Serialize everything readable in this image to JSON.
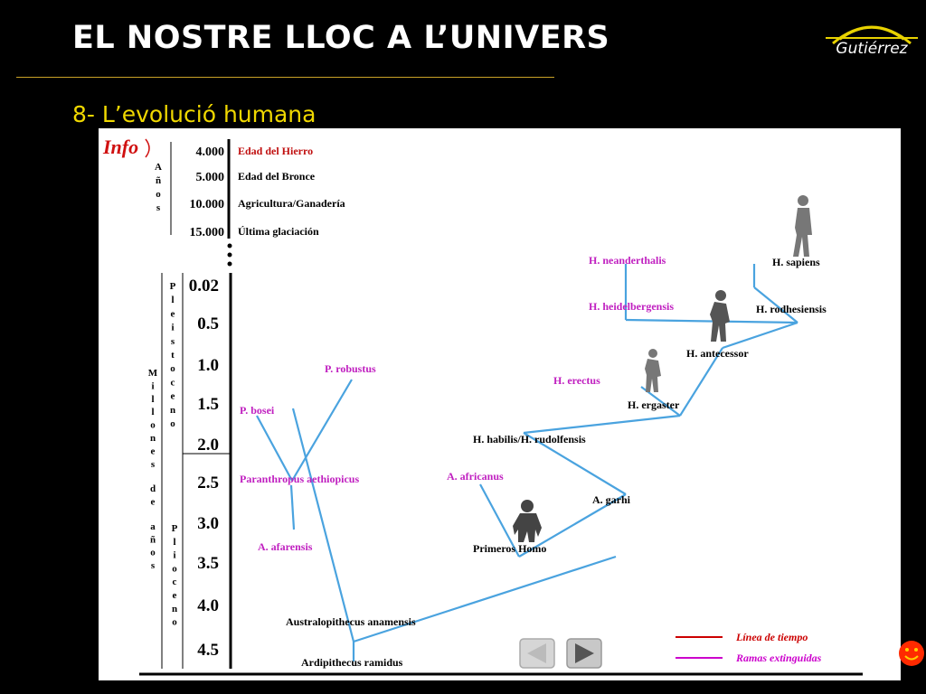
{
  "slide": {
    "title": "EL NOSTRE LLOC A L’UNIVERS",
    "subtitle": "8- L’evolució humana",
    "logo_text": "Gutiérrez"
  },
  "diagram": {
    "info_label": "Info",
    "years_axis_label": "Años",
    "millions_axis_label": "Millones de años",
    "pleistocene_label": "Pleistoceno",
    "pliocene_label": "Plioceno",
    "recent_timeline": [
      {
        "value": "4.000",
        "event": "Edad del Hierro",
        "extinct": true
      },
      {
        "value": "5.000",
        "event": "Edad del Bronce",
        "extinct": false
      },
      {
        "value": "10.000",
        "event": "Agricultura/Ganadería",
        "extinct": false
      },
      {
        "value": "15.000",
        "event": "Última glaciación",
        "extinct": false
      }
    ],
    "myr_ticks": [
      "0.02",
      "0.5",
      "1.0",
      "1.5",
      "2.0",
      "2.5",
      "3.0",
      "3.5",
      "4.0",
      "4.5"
    ],
    "species": [
      {
        "id": "neanderthalis",
        "name": "H. neanderthalis",
        "extinct_branch": true
      },
      {
        "id": "sapiens",
        "name": "H. sapiens",
        "extinct_branch": false
      },
      {
        "id": "heidelbergensis",
        "name": "H. heidelbergensis",
        "extinct_branch": true
      },
      {
        "id": "rodhesiensis",
        "name": "H. rodhesiensis",
        "extinct_branch": false
      },
      {
        "id": "antecessor",
        "name": "H. antecessor",
        "extinct_branch": false
      },
      {
        "id": "erectus",
        "name": "H. erectus",
        "extinct_branch": true
      },
      {
        "id": "ergaster",
        "name": "H. ergaster",
        "extinct_branch": false
      },
      {
        "id": "robustus",
        "name": "P. robustus",
        "extinct_branch": true
      },
      {
        "id": "bosei",
        "name": "P. bosei",
        "extinct_branch": true
      },
      {
        "id": "habilis",
        "name": "H. habilis/H. rudolfensis",
        "extinct_branch": false
      },
      {
        "id": "aethiopicus",
        "name": "Paranthropus aethiopicus",
        "extinct_branch": true
      },
      {
        "id": "africanus",
        "name": "A. africanus",
        "extinct_branch": true
      },
      {
        "id": "garhi",
        "name": "A. garhi",
        "extinct_branch": false
      },
      {
        "id": "afarensis",
        "name": "A. afarensis",
        "extinct_branch": true
      },
      {
        "id": "primeros",
        "name": "Primeros Homo",
        "extinct_branch": false
      },
      {
        "id": "anamensis",
        "name": "Australopithecus anamensis",
        "extinct_branch": false
      },
      {
        "id": "ramidus",
        "name": "Ardipithecus ramidus",
        "extinct_branch": false
      }
    ],
    "legend": [
      {
        "label": "Línea de tiempo",
        "color": "#cc0000"
      },
      {
        "label": "Ramas extinguidas",
        "color": "#cc00cc"
      }
    ],
    "colors": {
      "branch": "#4aa3df",
      "extinct_label": "#c020c0",
      "event_label": "#c01010",
      "slide_bg": "#000000",
      "subtitle": "#f0d800",
      "rule": "#c9a227"
    },
    "nav": {
      "prev_icon": "arrow-left-icon",
      "next_icon": "arrow-right-icon"
    }
  }
}
